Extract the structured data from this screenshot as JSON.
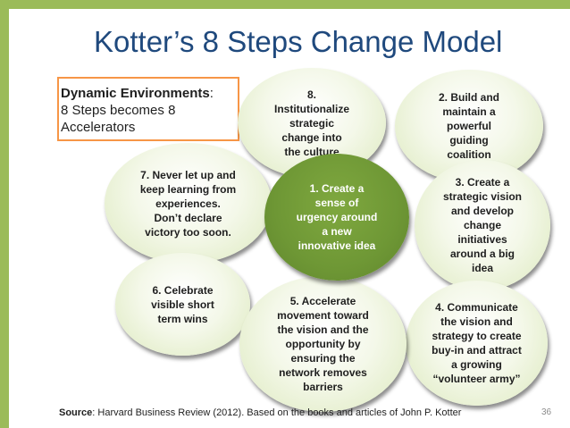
{
  "title": "Kotter’s 8 Steps Change Model",
  "callout": {
    "bold": "Dynamic Environments",
    "rest": ":\n8 Steps becomes 8\nAccelerators"
  },
  "steps": {
    "s1": "1. Create a\nsense of\nurgency around\na new\ninnovative idea",
    "s2": "2. Build and\nmaintain a\npowerful\nguiding\ncoalition",
    "s3": "3. Create a\nstrategic vision\nand develop\nchange\ninitiatives\naround a big\nidea",
    "s4": "4. Communicate\nthe vision and\nstrategy to create\nbuy-in and attract\na growing\n“volunteer army”",
    "s5": "5. Accelerate\nmovement toward\nthe vision and the\nopportunity by\nensuring the\nnetwork removes\nbarriers",
    "s6": "6. Celebrate\nvisible short\nterm wins",
    "s7": "7. Never let up and\nkeep learning from\nexperiences.\nDon’t declare\nvictory too soon.",
    "s8": "8.\nInstitutionalize\nstrategic\nchange into\nthe culture"
  },
  "source": {
    "label": "Source",
    "text": ": Harvard Business Review (2012). Based on the books and articles of John P. Kotter"
  },
  "page_number": "36",
  "colors": {
    "accent_bar": "#9bbb59",
    "title": "#1f497d",
    "callout_border": "#f79646",
    "center_bubble": "#6e9735",
    "bubble_light": "#dce9bd"
  }
}
